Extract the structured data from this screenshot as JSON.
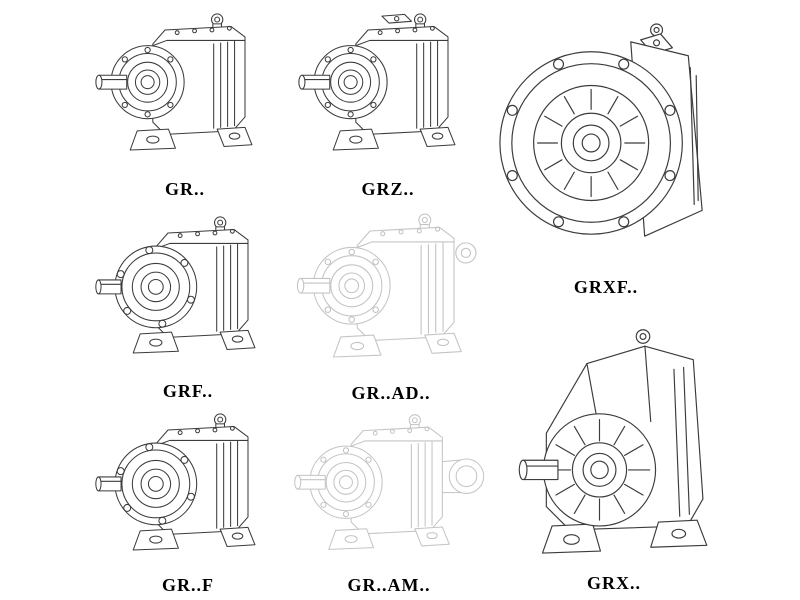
{
  "figures": {
    "gr": {
      "label": "GR.."
    },
    "grz": {
      "label": "GRZ.."
    },
    "grxf": {
      "label": "GRXF.."
    },
    "grf": {
      "label": "GRF.."
    },
    "gr_ad": {
      "label": "GR..AD.."
    },
    "grx": {
      "label": "GRX.."
    },
    "gr_f": {
      "label": "GR..F"
    },
    "gr_am": {
      "label": "GR..AM.."
    }
  },
  "style": {
    "line_color": "#3c3c3c",
    "faded_line_color": "#c4c4c4",
    "label_color": "#000000",
    "background": "#ffffff"
  }
}
